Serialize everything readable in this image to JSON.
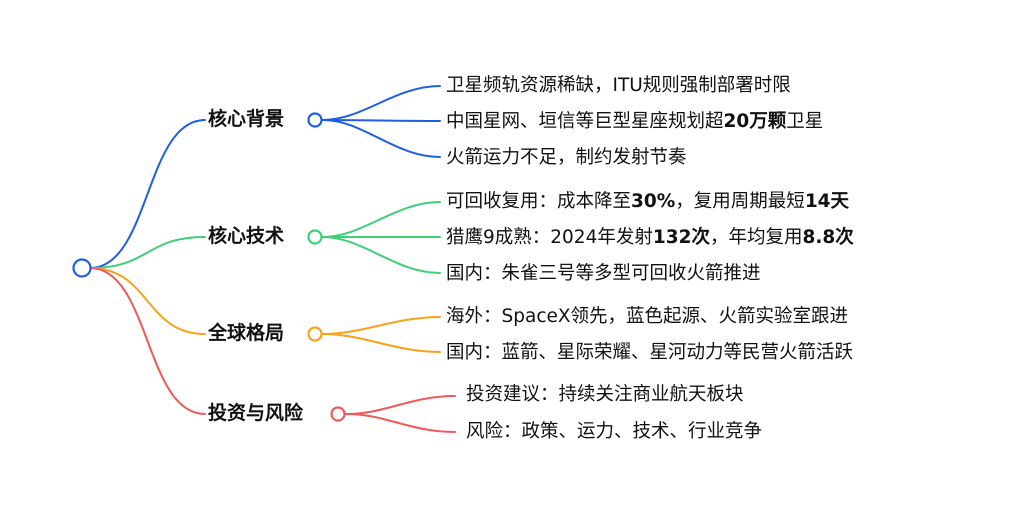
{
  "mindmap": {
    "branches": [
      {
        "label": "核心背景",
        "color": "#1f5fe0",
        "leaves": [
          [
            {
              "t": "卫星频轨资源稀缺，ITU规则强制部署时限"
            }
          ],
          [
            {
              "t": "中国星网、垣信等巨型星座规划超"
            },
            {
              "t": "20万颗",
              "b": true
            },
            {
              "t": "卫星"
            }
          ],
          [
            {
              "t": "火箭运力不足，制约发射节奏"
            }
          ]
        ]
      },
      {
        "label": "核心技术",
        "color": "#3ecf78",
        "leaves": [
          [
            {
              "t": "可回收复用：成本降至"
            },
            {
              "t": "30%",
              "b": true
            },
            {
              "t": "，复用周期最短"
            },
            {
              "t": "14天",
              "b": true
            }
          ],
          [
            {
              "t": "猎鹰9成熟：2024年发射"
            },
            {
              "t": "132次",
              "b": true
            },
            {
              "t": "，年均复用"
            },
            {
              "t": "8.8次",
              "b": true
            }
          ],
          [
            {
              "t": "国内：朱雀三号等多型可回收火箭推进"
            }
          ]
        ]
      },
      {
        "label": "全球格局",
        "color": "#f5a31a",
        "leaves": [
          [
            {
              "t": "海外：SpaceX领先，蓝色起源、火箭实验室跟进"
            }
          ],
          [
            {
              "t": "国内：蓝箭、星际荣耀、星河动力等民营火箭活跃"
            }
          ]
        ]
      },
      {
        "label": "投资与风险",
        "color": "#ee5a5a",
        "leaves": [
          [
            {
              "t": "投资建议：持续关注商业航天板块"
            }
          ],
          [
            {
              "t": "风险：政策、运力、技术、行业竞争"
            }
          ]
        ]
      }
    ]
  }
}
